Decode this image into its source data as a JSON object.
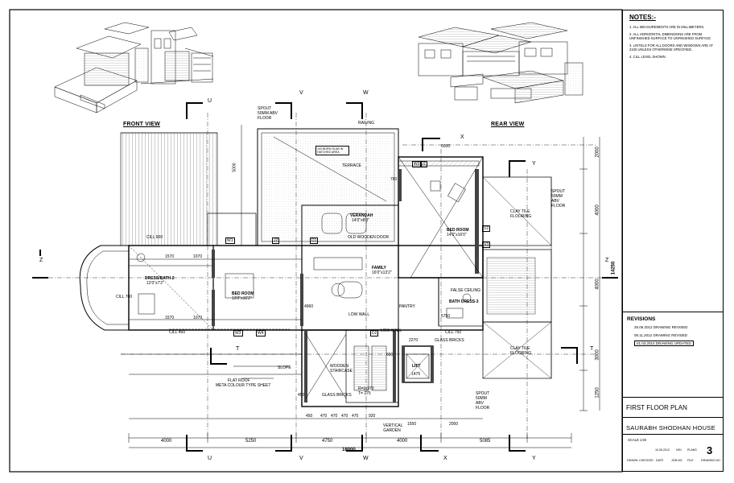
{
  "views": {
    "front": "FRONT VIEW",
    "rear": "REAR VIEW"
  },
  "notes": {
    "title": "NOTES:-",
    "items": [
      "1. ALL MEASUREMENTS ARE IN MILLIMETERS.",
      "2. ALL HORIZONTAL DIMENSIONS ARE FROM UNFINISHED SURFACE TO UNFINISHED SURFACE",
      "3. LINTELS FOR ALL DOORS AND WINDOWS ARE AT 2100 UNLESS OTHERWISE SPECIFIED.",
      "4. CILL LEVEL SHOWN"
    ]
  },
  "revisions": {
    "title": "REVISIONS",
    "items": [
      "26.06.2012  DRAWING REVISED",
      "05.11.2012  DRAWING REVISED",
      "01.03.2014  DRAWING UPDATED"
    ]
  },
  "title_block": {
    "drawing_title": "FIRST FLOOR PLAN",
    "project": "SAURABH SHODHAN HOUSE",
    "scale": "SCALE  1:50",
    "date": "10.05.2012",
    "job_no": "NS1",
    "file": "PLANS",
    "labels": [
      "DRAWN",
      "CHECKED",
      "DATE",
      "JOB NO.",
      "FILE",
      "DRAWING NO."
    ],
    "drawing_no": "3"
  },
  "section_markers": {
    "u": "U",
    "v": "V",
    "w": "W",
    "x": "X",
    "y": "Y",
    "z": "Z",
    "t": "T"
  },
  "rooms": {
    "dressbath2": "DRESS/BATH-2",
    "dressbath2_size": "12'0\"x7'2\"",
    "bedroom_left": "BED ROOM",
    "bedroom_left_size": "13'0\"x16'2\"",
    "verandah": "VERANDAH",
    "verandah_size": "14'0\"x8'0\"",
    "old_wooden_door": "OLD WOODEN DOOR",
    "family": "FAMILY",
    "family_size": "16'0\"x13'2\"",
    "bedroom_right": "BED ROOM",
    "bedroom_right_size": "14'0\"x16'0\"",
    "bath_dress3": "BATH DRESS-3",
    "pantry": "PANTRY",
    "terrace": "TERRACE",
    "terrace_note": "100 BURM SLAB IN HATCHED AREA",
    "railing": "RAILING",
    "lift": "LIFT",
    "wooden_staircase": "WOODEN STAIRCASE",
    "glass_bricks_1": "GLASS BRICKS",
    "glass_bricks_2": "GLASS BRICKS",
    "low_wall_1": "LOW WALL",
    "low_wall_2": "LOW WALL",
    "slope": "SLOPE",
    "flat_roof": "FLAT ROOF",
    "meta_sheet": "META COLOUR TYPE SHEET",
    "clay_tile_1": "CLAY TILE FLOORING",
    "clay_tile_2": "CLAY TILE FLOORING",
    "vertical_garden": "VERTICAL GARDEN",
    "spout_1": "SPOUT 50MM ABV FLOOR",
    "spout_2": "SPOUT 50MM ABV FLOOR",
    "spout_3": "SPOUT 50MM ABV FLOOR",
    "rise_tread": "R=(n)/70 T= 275",
    "false_ceiling": "FALSE CEILING"
  },
  "dimensions": {
    "bottom": [
      "4000",
      "5250",
      "4750",
      "4000",
      "5085"
    ],
    "total": "18000",
    "right": [
      "2000",
      "4000",
      "4000",
      "3000",
      "1250"
    ],
    "right_total": "14250",
    "bottom_inner": [
      "450",
      "470",
      "470",
      "470",
      "470",
      "920",
      "1550",
      "2000"
    ],
    "left_inner": [
      "1570",
      "1070",
      "1570",
      "1070"
    ],
    "plan_small": [
      "5000",
      "4960",
      "6000",
      "2270",
      "1475",
      "760",
      "600",
      "450",
      "5750"
    ]
  },
  "window_tags": [
    "W1",
    "W2",
    "J1",
    "J2",
    "W3",
    "V2",
    "V3",
    "W4",
    "D1",
    "D2"
  ],
  "cill_labels": [
    "CILL 600",
    "CILL 460",
    "CILL 700",
    "CILL 750"
  ],
  "colors": {
    "line": "#000000",
    "hatch": "#555555",
    "wall": "#444444",
    "paper": "#ffffff"
  }
}
